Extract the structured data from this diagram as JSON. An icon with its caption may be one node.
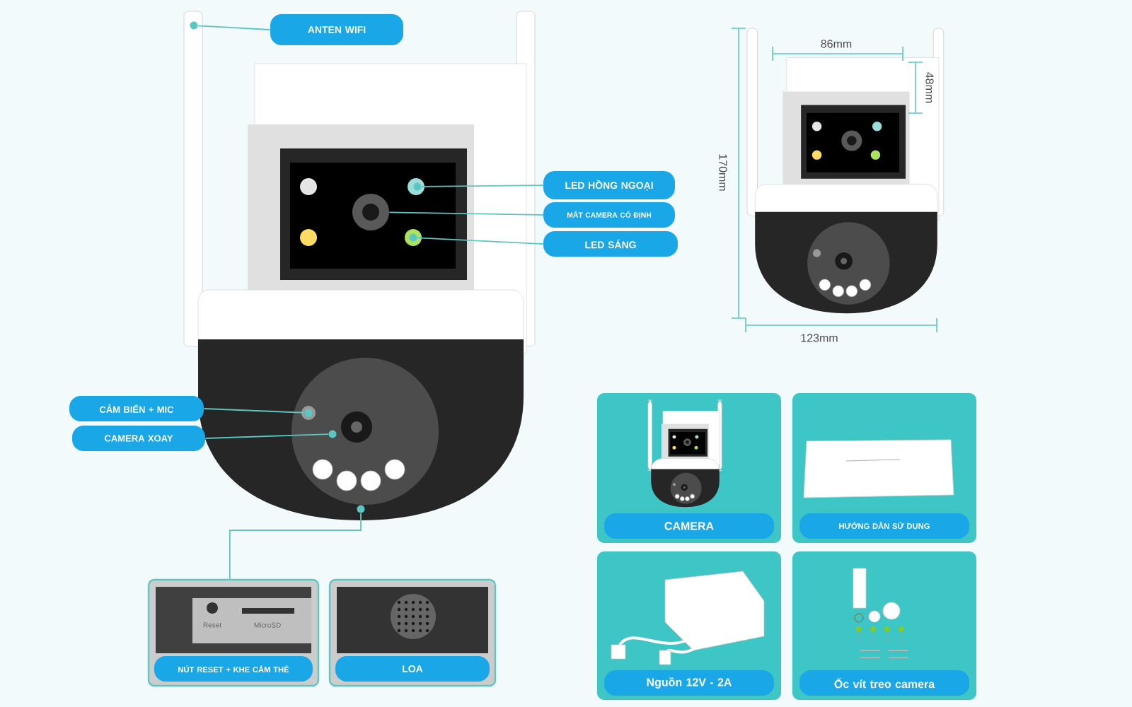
{
  "diagram": {
    "nodes": [
      {
        "text": [
          "ANTEN WIFI"
        ]
      },
      {
        "text": [
          "LED HỒNG NGOẠI"
        ]
      },
      {
        "text": [
          "MẮT CAMERA CỐ ĐỊNH"
        ]
      },
      {
        "text": [
          "LED SÁNG"
        ]
      },
      {
        "text": [
          "CẢM BIẾN + MIC"
        ]
      },
      {
        "text": [
          "CAMERA XOAY"
        ]
      },
      {
        "text": [
          "NÚT RESET + KHE CẮM THẺ"
        ]
      },
      {
        "text": [
          "LOA"
        ]
      },
      {
        "text": [
          "CAMERA"
        ]
      },
      {
        "text": [
          "HƯỚNG DẪN SỬ DỤNG"
        ]
      },
      {
        "text": [
          "Nguồn 12V - 2A"
        ]
      },
      {
        "text": [
          "Ốc vít treo camera"
        ]
      },
      {
        "text": [],
        "shape": "circle"
      },
      {
        "text": [],
        "shape": "circle"
      },
      {
        "text": [],
        "shape": "circle"
      },
      {
        "text": [],
        "shape": "circle"
      },
      {
        "text": [],
        "shape": "circle"
      },
      {
        "text": [],
        "shape": "circle"
      },
      {
        "text": [],
        "shape": "circle"
      }
    ],
    "edges": [
      {
        "from": 0,
        "to": 13,
        "arrow": "none"
      },
      {
        "from": 1,
        "to": 14,
        "arrow": "none"
      },
      {
        "from": 2,
        "to": 12,
        "arrow": "none"
      },
      {
        "from": 3,
        "to": 15,
        "arrow": "none"
      },
      {
        "from": 4,
        "to": 16,
        "arrow": "none"
      },
      {
        "from": 5,
        "to": 17,
        "arrow": "none"
      },
      {
        "from": 6,
        "to": 18,
        "arrow": "none"
      }
    ],
    "labels": [
      "86mm",
      "48mm",
      "170mm",
      "123mm",
      "Reset",
      "MicroSD"
    ]
  }
}
